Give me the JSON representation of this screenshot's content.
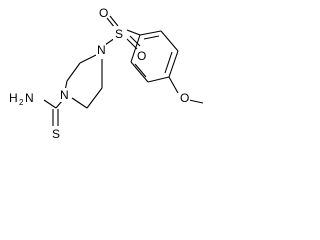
{
  "molecule": {
    "atoms": {
      "sulfur": "S",
      "sulfonyl_oxygen_top": "O",
      "sulfonyl_oxygen_bottom": "O",
      "piperazine_n_top": "N",
      "piperazine_n_bottom": "N",
      "thioamide_sulfur": "S",
      "amine_h": "H",
      "amine_sub": "2",
      "amine_n": "N",
      "ether_oxygen": "O"
    }
  }
}
